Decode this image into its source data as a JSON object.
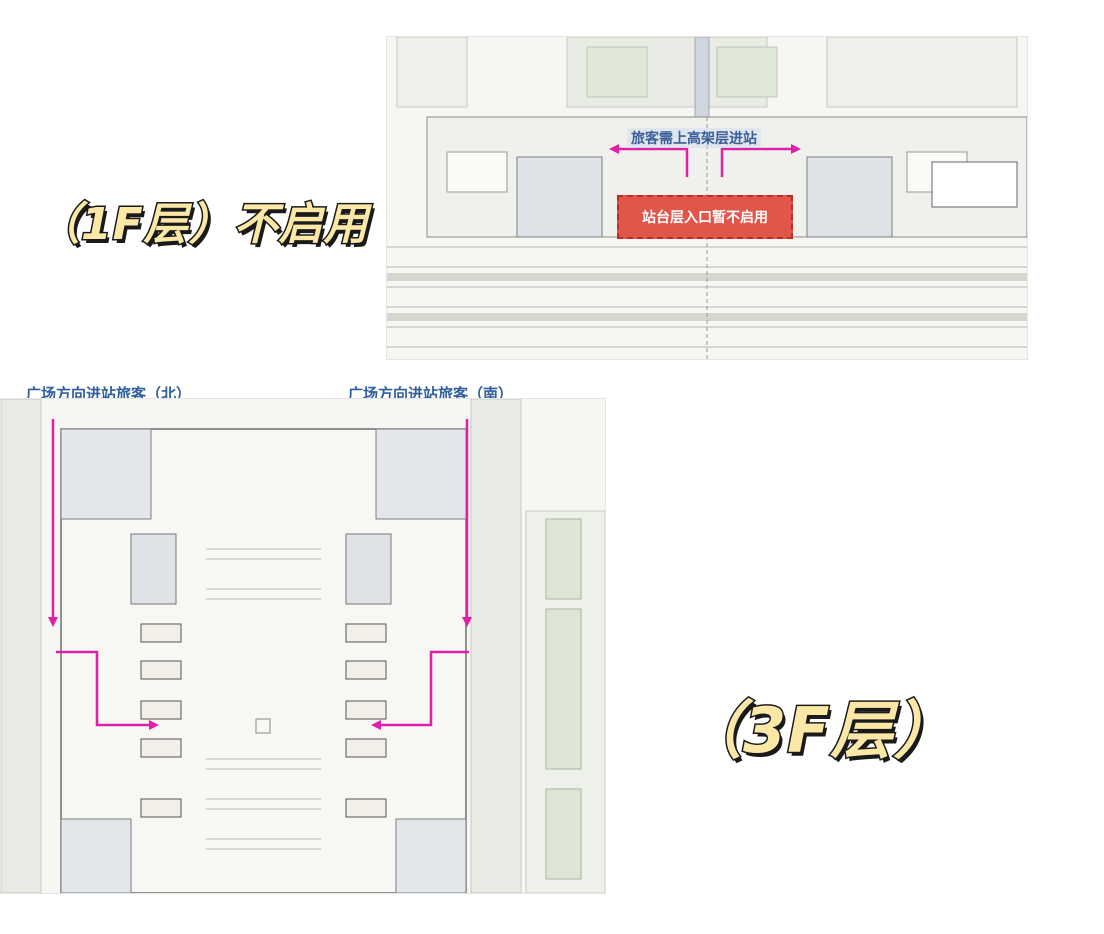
{
  "labels": {
    "floor_1f": "（1F层）不启用",
    "floor_3f": "（3F层）"
  },
  "plan_1f": {
    "note_upper": "旅客需上高架层进站",
    "closed_entrance": "站台层入口暂不启用"
  },
  "plan_3f": {
    "direction_north": "广场方向进站旅客（北）",
    "direction_south": "广场方向进站旅客（南）"
  },
  "colors": {
    "route_arrow": "#e020a8",
    "label_fill": "#fbe7a6",
    "blue_text": "#2f5f9d",
    "closed_box": "#e0574a"
  }
}
